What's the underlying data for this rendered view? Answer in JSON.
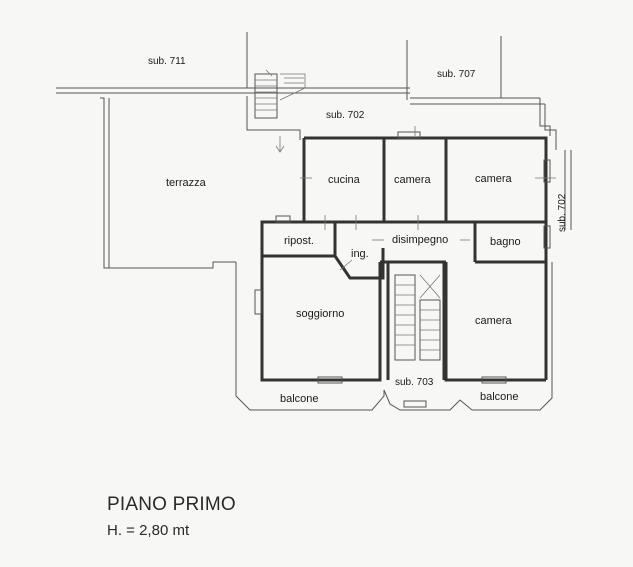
{
  "plan": {
    "title": "PIANO PRIMO",
    "height": "H. = 2,80 mt",
    "labels": {
      "sub711": "sub. 711",
      "sub707": "sub. 707",
      "sub702_top": "sub. 702",
      "sub702_right": "sub. 702",
      "sub703": "sub. 703",
      "terrazza": "terrazza",
      "cucina": "cucina",
      "camera_1": "camera",
      "camera_2": "camera",
      "camera_3": "camera",
      "ripost": "ripost.",
      "ing": "ing.",
      "disimpegno": "disimpegno",
      "bagno": "bagno",
      "soggiorno": "soggiorno",
      "balcone_1": "balcone",
      "balcone_2": "balcone"
    }
  }
}
